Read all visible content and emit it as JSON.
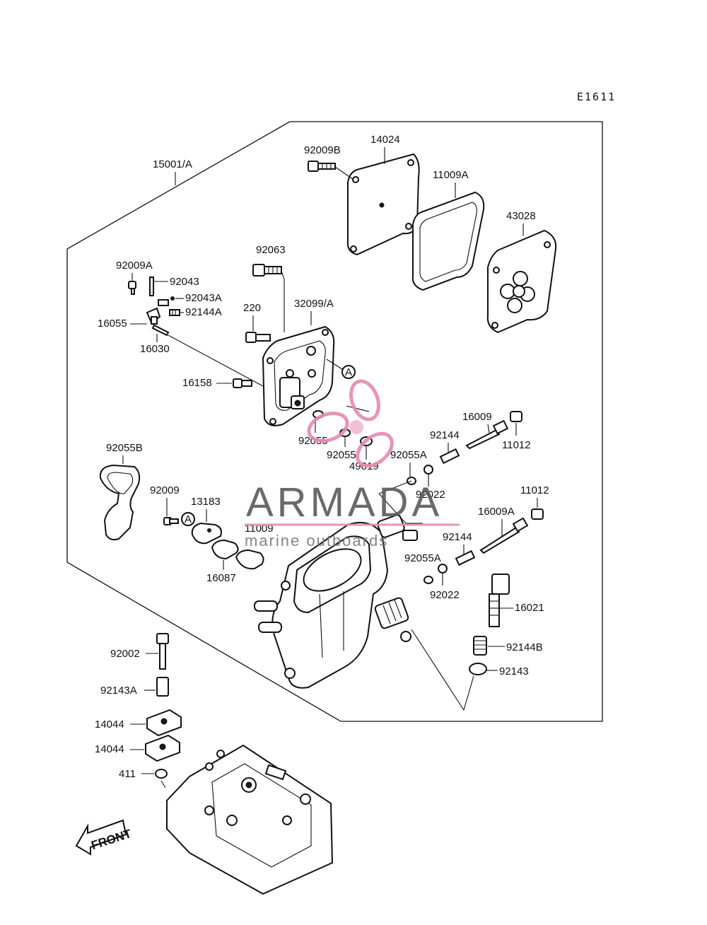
{
  "diagram_ref": "E1611",
  "watermark": {
    "brand": "ARMADA",
    "tagline": "marine outboards",
    "brand_color": "#e58ab3"
  },
  "direction_label": "FRONT",
  "circle_marker": "A",
  "parts": {
    "p15001A": "15001/A",
    "p14024": "14024",
    "p92009B": "92009B",
    "p11009A": "11009A",
    "p43028": "43028",
    "p92063": "92063",
    "p92009A": "92009A",
    "p92043": "92043",
    "p92043A": "92043A",
    "p92144A": "92144A",
    "p220": "220",
    "p32099A": "32099/A",
    "p16055": "16055",
    "p16030": "16030",
    "p16158": "16158",
    "p92055a": "92055",
    "p92055b": "92055",
    "p49019": "49019",
    "p16009": "16009",
    "p92144a": "92144",
    "p11012a": "11012",
    "p92055B": "92055B",
    "p92055Aa": "92055A",
    "p92022a": "92022",
    "p92009": "92009",
    "p13183": "13183",
    "p11009": "11009",
    "p11012b": "11012",
    "p16009A": "16009A",
    "p92144b": "92144",
    "p16087": "16087",
    "p92055Ab": "92055A",
    "p92022b": "92022",
    "p16021": "16021",
    "p92002": "92002",
    "p92144B": "92144B",
    "p92143A": "92143A",
    "p92143": "92143",
    "p14044a": "14044",
    "p14044b": "14044",
    "p411": "411"
  }
}
